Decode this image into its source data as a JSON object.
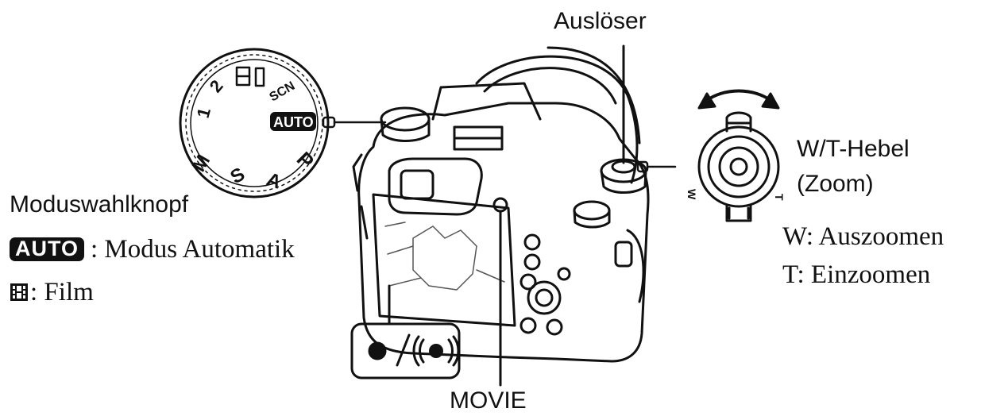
{
  "labels": {
    "shutter": "Auslöser",
    "zoom_lever": "W/T-Hebel",
    "zoom_paren": "(Zoom)",
    "mode_dial": "Moduswahlknopf",
    "auto_badge": "AUTO",
    "auto_desc": ": Modus Automatik",
    "film_desc": ": Film",
    "zoom_w": "W: Auszoomen",
    "zoom_t": "T: Einzoomen",
    "movie": "MOVIE"
  },
  "dial_marks": [
    "M",
    "S",
    "A",
    "P",
    "AUTO",
    "SCN",
    "1",
    "2"
  ],
  "lever_marks": [
    "W",
    "T"
  ]
}
